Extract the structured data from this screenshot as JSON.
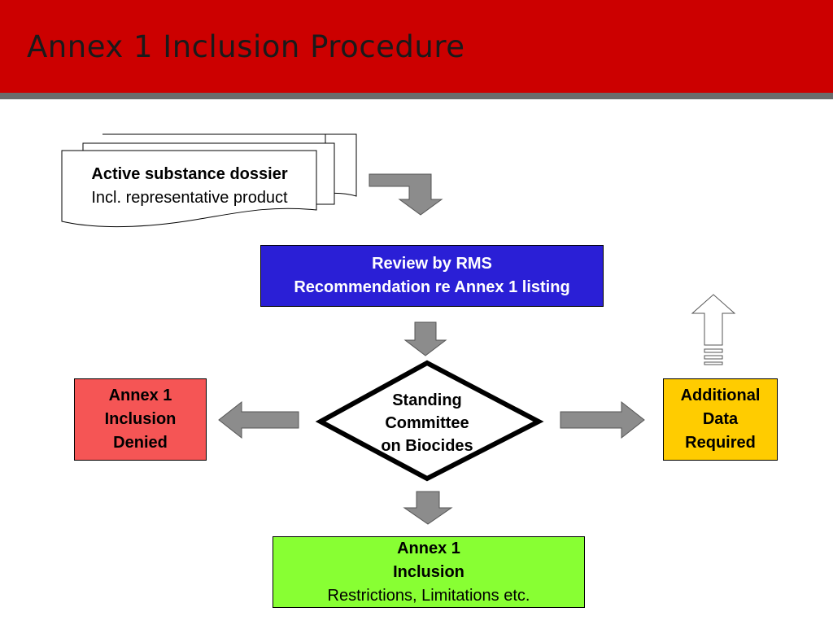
{
  "slide": {
    "title": "Annex 1 Inclusion Procedure"
  },
  "flow": {
    "dossier": {
      "line1": "Active substance dossier",
      "line2": "Incl. representative product"
    },
    "review": {
      "line1": "Review by RMS",
      "line2": "Recommendation re Annex 1 listing"
    },
    "committee": {
      "line1": "Standing",
      "line2": "Committee",
      "line3": "on Biocides"
    },
    "denied": {
      "line1": "Annex 1",
      "line2": "Inclusion",
      "line3": "Denied"
    },
    "additional": {
      "line1": "Additional",
      "line2": "Data",
      "line3": "Required"
    },
    "inclusion": {
      "line1": "Annex 1",
      "line2": "Inclusion",
      "line3": "Restrictions, Limitations etc."
    }
  },
  "colors": {
    "title_bar": "#cc0000",
    "review_box": "#2a1fd6",
    "denied_box": "#f55555",
    "additional_box": "#ffcc00",
    "inclusion_box": "#88ff33",
    "arrow_fill": "#8c8c8c"
  }
}
